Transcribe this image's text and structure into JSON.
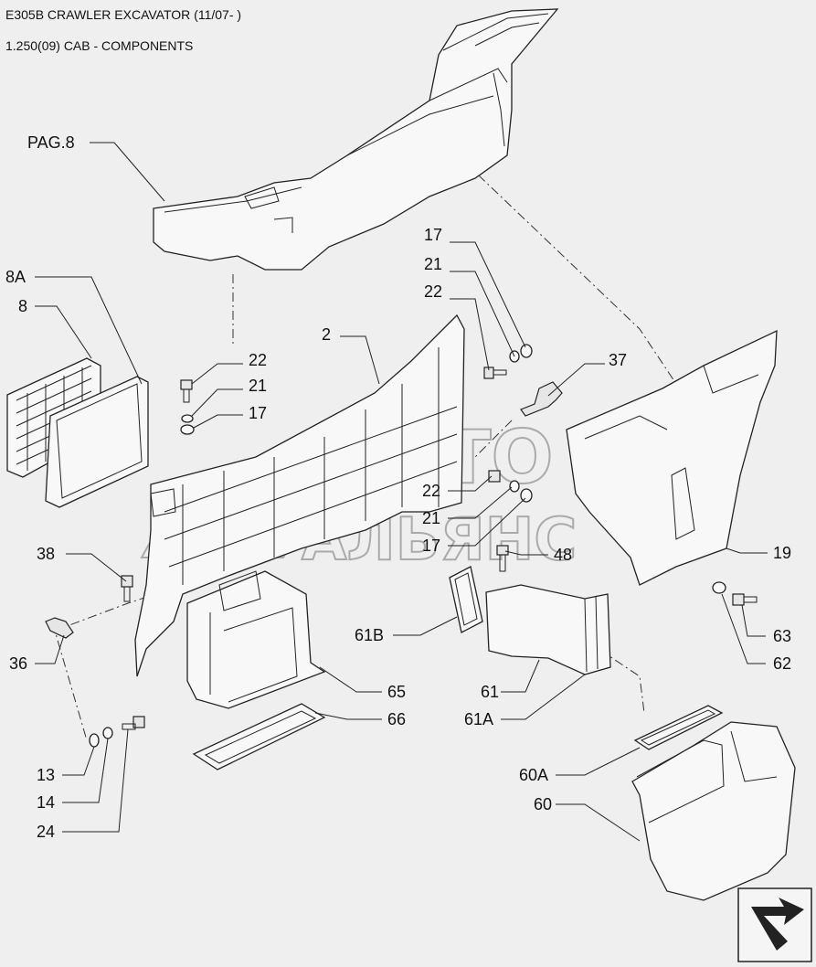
{
  "header": {
    "title": "E305B CRAWLER EXCAVATOR (11/07- )",
    "subtitle": "1.250(09) CAB - COMPONENTS"
  },
  "watermark": {
    "line1": "АВТО",
    "line2": "АЛЬЯНС"
  },
  "labels": {
    "pag8": "PAG.8",
    "l8a": "8A",
    "l8": "8",
    "l2": "2",
    "l17_top": "17",
    "l21_top": "21",
    "l22_top": "22",
    "l22_left": "22",
    "l21_left": "21",
    "l17_left": "17",
    "l37": "37",
    "l22_mid": "22",
    "l21_mid": "21",
    "l17_mid": "17",
    "l48": "48",
    "l19": "19",
    "l38": "38",
    "l36": "36",
    "l61b": "61B",
    "l65": "65",
    "l66": "66",
    "l61": "61",
    "l61a": "61A",
    "l63": "63",
    "l62": "62",
    "l13": "13",
    "l14": "14",
    "l24": "24",
    "l60a": "60A",
    "l60": "60"
  },
  "nav": {
    "next_page_icon": "arrow-next-page-icon"
  }
}
